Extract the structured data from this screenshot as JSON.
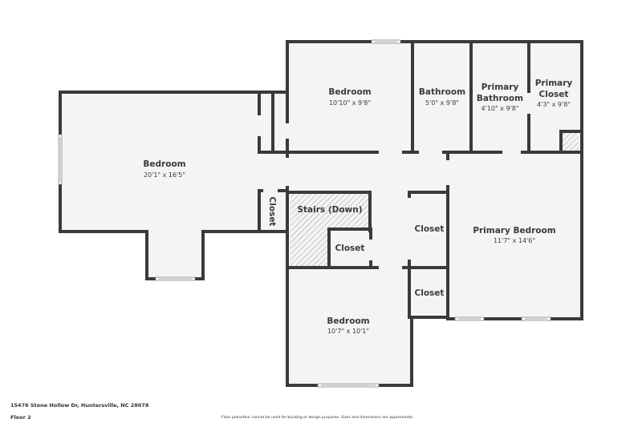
{
  "footer": {
    "address": "15476 Stone Hollow Dr, Huntersville, NC 28078",
    "floor": "Floor 2",
    "disclaimer": "Floor plans/tour cannot be used for building or design purposes. Sizes and dimensions are approximate."
  },
  "colors": {
    "wall": "#3a3a3a",
    "floor": "#f4f4f4",
    "background": "#ffffff",
    "hatch": "#8a8a8a"
  },
  "rooms": {
    "bedroom_large": {
      "name": "Bedroom",
      "dims": "20'1\" x 16'5\""
    },
    "bedroom_top": {
      "name": "Bedroom",
      "dims": "10'10\" x 9'8\""
    },
    "bathroom": {
      "name": "Bathroom",
      "dims": "5'0\" x 9'8\""
    },
    "primary_bathroom": {
      "name_line1": "Primary",
      "name_line2": "Bathroom",
      "dims": "4'10\" x 9'8\""
    },
    "primary_closet": {
      "name_line1": "Primary",
      "name_line2": "Closet",
      "dims": "4'3\" x 9'8\""
    },
    "stairs": {
      "name": "Stairs (Down)"
    },
    "closet_left": {
      "name": "Closet"
    },
    "closet_stairs": {
      "name": "Closet"
    },
    "closet_hall": {
      "name": "Closet"
    },
    "closet_bottom": {
      "name": "Closet"
    },
    "primary_bedroom": {
      "name": "Primary Bedroom",
      "dims": "11'7\" x 14'6\""
    },
    "bedroom_bottom": {
      "name": "Bedroom",
      "dims": "10'7\" x 10'1\""
    }
  }
}
